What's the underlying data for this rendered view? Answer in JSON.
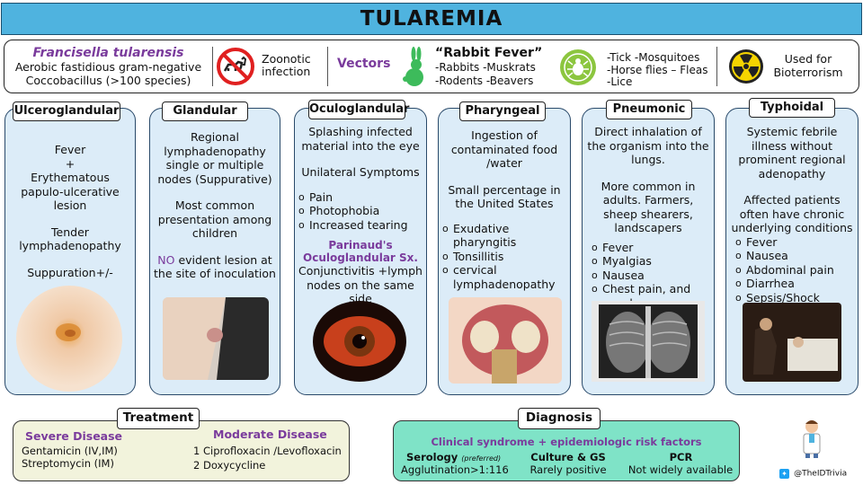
{
  "title": "TULAREMIA",
  "header": {
    "organism": "Francisella tularensis",
    "organism_desc1": "Aerobic fastidious gram-negative",
    "organism_desc2": "Coccobacillus (>100 species)",
    "zoonotic": "Zoonotic infection",
    "vectors_label": "Vectors",
    "rabbit_fever": "“Rabbit Fever”",
    "animal_line1": "-Rabbits  -Muskrats",
    "animal_line2": "-Rodents -Beavers",
    "insect_line1": "-Tick -Mosquitoes",
    "insect_line2": "-Horse flies – Fleas",
    "insect_line3": "-Lice",
    "bioterror": "Used for Bioterrorism"
  },
  "columns": {
    "ulcero": {
      "head": "Ulceroglandular",
      "l1": "Fever",
      "l2": "+",
      "l3": "Erythematous papulo-ulcerative lesion",
      "l4": "Tender lymphadenopathy",
      "l5": "Suppuration+/-"
    },
    "glandular": {
      "head": "Glandular",
      "l1": "Regional lymphadenopathy single or multiple nodes (Suppurative)",
      "l2": "Most common presentation among children",
      "l3a": "NO",
      "l3b": " evident lesion at the site of inoculation"
    },
    "oculo": {
      "head": "Oculoglandular",
      "l1": "Splashing infected material into the eye",
      "l2": "Unilateral Symptoms",
      "items": [
        "Pain",
        "Photophobia",
        "Increased tearing"
      ],
      "parinaud": "Parinaud's Oculoglandular Sx.",
      "l3": "Conjunctivitis +lymph nodes on the same side"
    },
    "pharyngeal": {
      "head": "Pharyngeal",
      "l1": "Ingestion of contaminated food /water",
      "l2": "Small percentage in the United States",
      "items": [
        "Exudative pharyngitis",
        "Tonsillitis",
        "cervical lymphadenopathy"
      ]
    },
    "pneumonic": {
      "head": "Pneumonic",
      "l1": "Direct inhalation of the organism into the lungs.",
      "l2": "More common in adults. Farmers, sheep shearers, landscapers",
      "items": [
        "Fever",
        "Myalgias",
        "Nausea",
        "Chest pain, and cough"
      ]
    },
    "typhoidal": {
      "head": "Typhoidal",
      "l1": "Systemic febrile illness without prominent regional adenopathy",
      "l2": "Affected patients often have chronic underlying conditions",
      "items": [
        "Fever",
        "Nausea",
        "Abdominal pain",
        "Diarrhea",
        "Sepsis/Shock"
      ]
    }
  },
  "treatment": {
    "label": "Treatment",
    "severe_label": "Severe Disease",
    "severe1": "Gentamicin (IV,IM)",
    "severe2": "Streptomycin (IM)",
    "moderate_label": "Moderate Disease",
    "moderate1": "1 Ciprofloxacin /Levofloxacin",
    "moderate2": "2 Doxycycline"
  },
  "diagnosis": {
    "label": "Diagnosis",
    "clinical": "Clinical syndrome + epidemiologic risk factors",
    "serology": "Serology",
    "preferred": "(preferred)",
    "agglutination": "Agglutination>1:116",
    "culture": "Culture & GS",
    "culture_note": "Rarely positive",
    "pcr": "PCR",
    "pcr_note": "Not widely available"
  },
  "handle": "@TheIDTrivia",
  "colors": {
    "title_bg": "#4fb3df",
    "column_bg": "#dcecf8",
    "accent_purple": "#7a3b9c",
    "diagnosis_bg": "#7fe3c7",
    "treatment_bg": "#f2f3dc"
  },
  "icons": [
    "no-animals-icon",
    "rabbit-icon",
    "tick-icon",
    "radiation-icon",
    "twitter-icon",
    "doctor-icon"
  ]
}
